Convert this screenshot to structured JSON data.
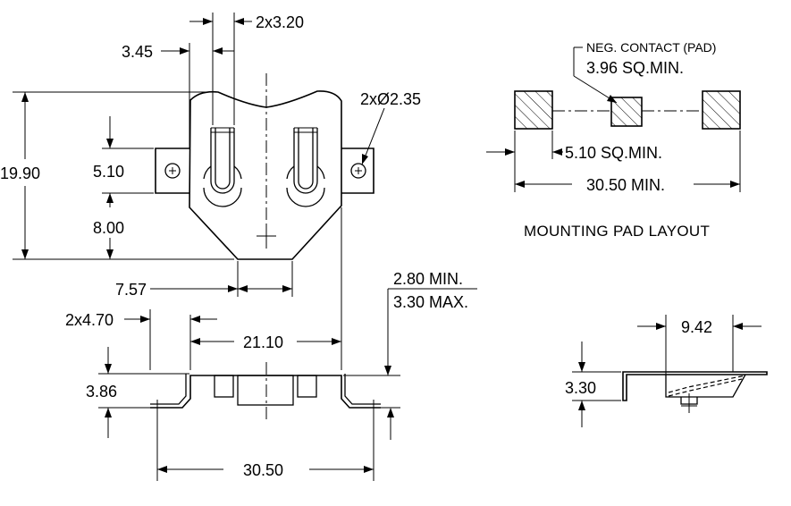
{
  "top_view": {
    "dims": {
      "pin_width": "2x3.20",
      "offset": "3.45",
      "hole": "2xØ2.35",
      "height": "19.90",
      "tab_height": "5.10",
      "lower_height": "8.00",
      "bottom_width": "7.57"
    }
  },
  "side_view": {
    "dims": {
      "lead": "2x4.70",
      "body_width": "21.10",
      "standoff_min": "2.80 MIN.",
      "standoff_max": "3.30 MAX.",
      "height": "3.86",
      "overall_width": "30.50"
    }
  },
  "pad_layout": {
    "neg_contact": "NEG. CONTACT (PAD)",
    "neg_contact_size": "3.96 SQ.MIN.",
    "pad_size": "5.10 SQ.MIN.",
    "span": "30.50 MIN.",
    "caption": "MOUNTING PAD LAYOUT"
  },
  "end_view": {
    "dims": {
      "width": "9.42",
      "height": "3.30"
    }
  }
}
